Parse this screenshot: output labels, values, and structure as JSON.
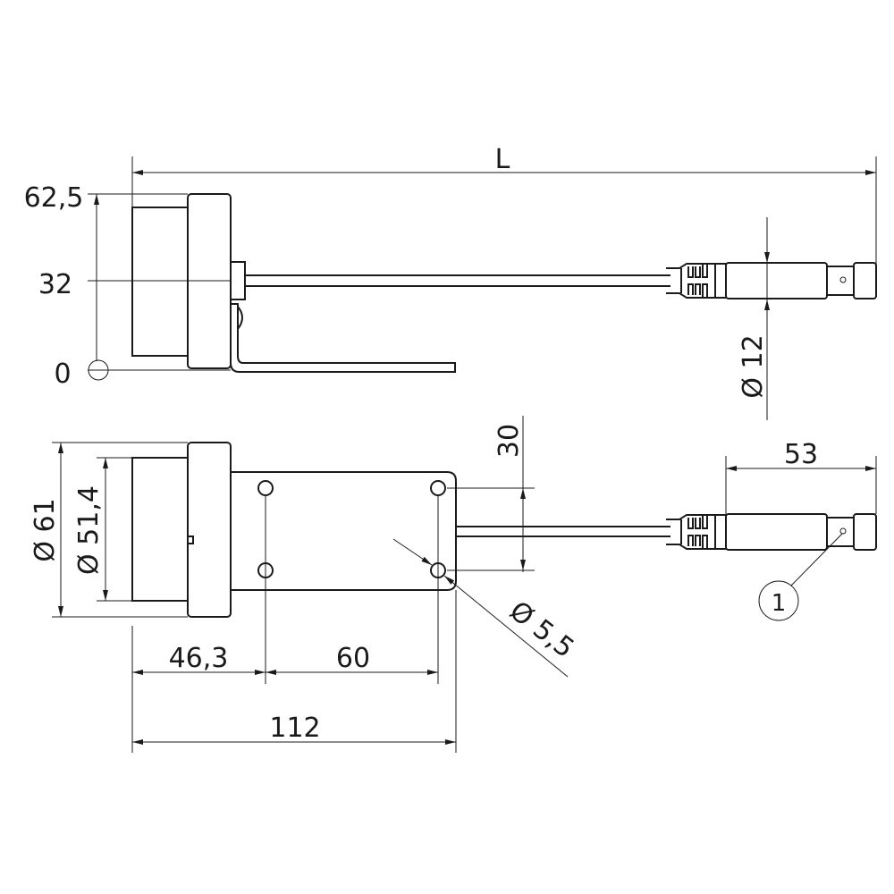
{
  "drawing": {
    "dimensions": {
      "length": "L",
      "height_top": "62,5",
      "height_center": "32",
      "height_zero": "0",
      "connector_diameter": "Ø 12",
      "flange_diameter": "Ø 61",
      "body_diameter": "Ø 51,4",
      "hole_spacing_vertical": "30",
      "connector_length": "53",
      "hole_diameter": "Ø 5,5",
      "hole_offset": "46,3",
      "hole_spacing_horizontal": "60",
      "plate_length": "112"
    },
    "callouts": [
      {
        "label": "1"
      }
    ]
  }
}
